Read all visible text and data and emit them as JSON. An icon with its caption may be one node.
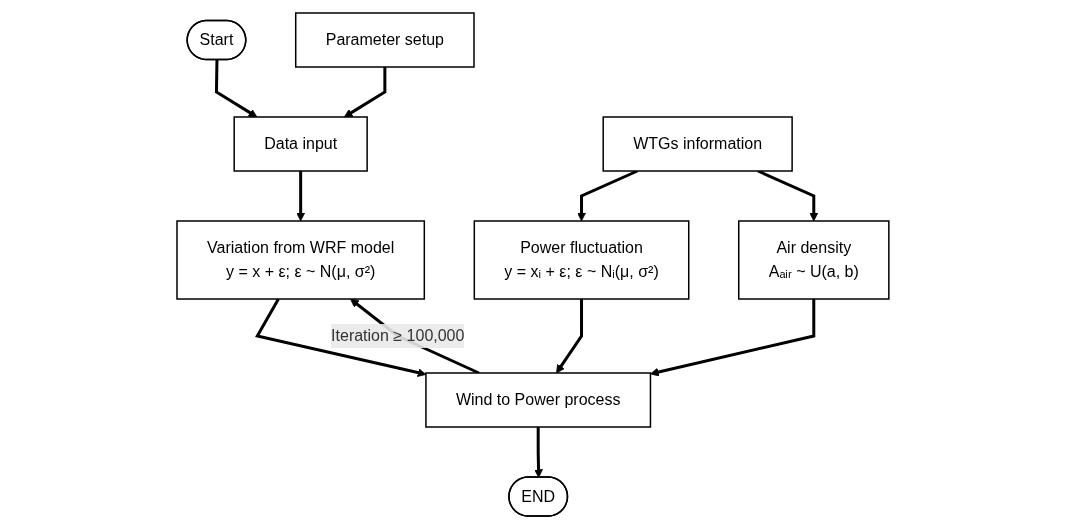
{
  "diagram": {
    "nodes": [
      {
        "text": [
          "Start"
        ]
      },
      {
        "text": [
          "Parameter setup"
        ]
      },
      {
        "text": [
          "Data input"
        ]
      },
      {
        "text": [
          "WTGs information"
        ]
      },
      {
        "text": [
          "Variation from WRF model",
          "y = x + ε; ε ~ N(μ, σ²)"
        ]
      },
      {
        "text": [
          "Power fluctuation",
          "y = xᵢ + ε; ε ~ Nᵢ(μ, σ²)"
        ]
      },
      {
        "text": [
          "Air density",
          "Aₐᵢᵣ ~ U(a, b)"
        ]
      },
      {
        "text": [
          "Wind to Power process"
        ]
      },
      {
        "text": [
          "END"
        ]
      }
    ],
    "edges": [
      {
        "from": 0,
        "to": 2,
        "arrow": "to"
      },
      {
        "from": 1,
        "to": 2,
        "arrow": "to"
      },
      {
        "from": 2,
        "to": 4,
        "arrow": "to"
      },
      {
        "from": 4,
        "to": 7,
        "arrow": "to"
      },
      {
        "from": 7,
        "to": 4,
        "arrow": "to",
        "label": "Iteration ≥ 100,000"
      },
      {
        "from": 7,
        "to": 8,
        "arrow": "to"
      },
      {
        "from": 3,
        "to": 5,
        "arrow": "to"
      },
      {
        "from": 3,
        "to": 6,
        "arrow": "to"
      },
      {
        "from": 5,
        "to": 7,
        "arrow": "to"
      },
      {
        "from": 6,
        "to": 7,
        "arrow": "to"
      }
    ]
  }
}
